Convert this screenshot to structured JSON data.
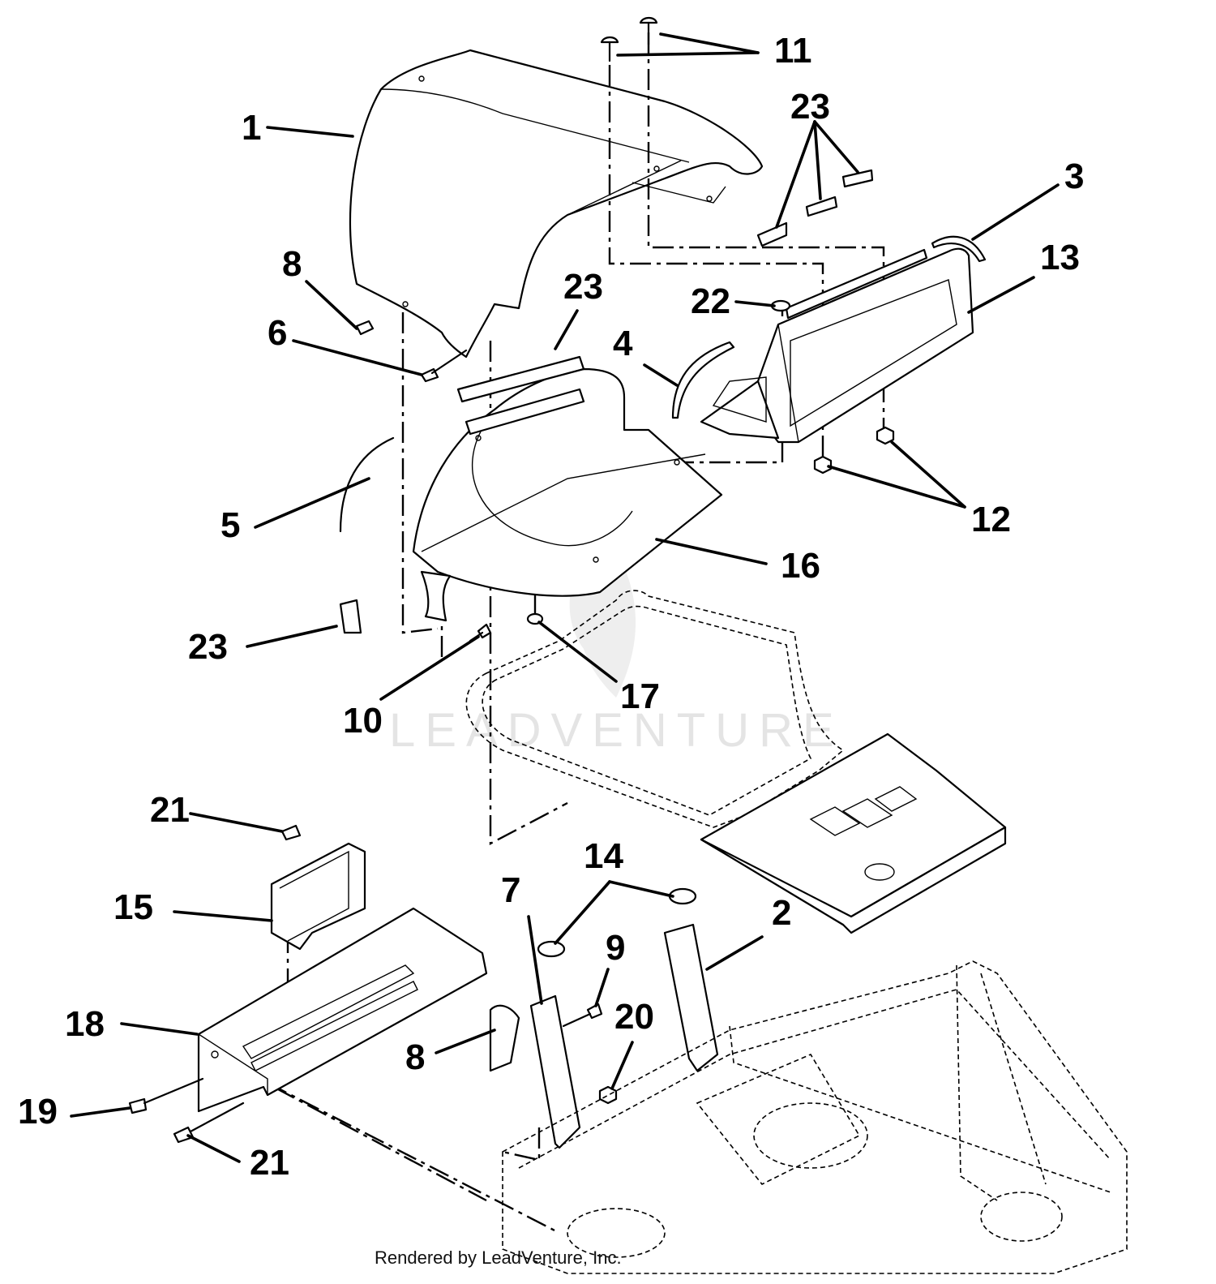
{
  "diagram": {
    "callouts": {
      "c1": "1",
      "c2": "2",
      "c3": "3",
      "c4": "4",
      "c5": "5",
      "c6": "6",
      "c7": "7",
      "c8a": "8",
      "c8b": "8",
      "c9": "9",
      "c10": "10",
      "c11": "11",
      "c12": "12",
      "c13": "13",
      "c14": "14",
      "c15": "15",
      "c16": "16",
      "c17": "17",
      "c18": "18",
      "c19": "19",
      "c20": "20",
      "c21a": "21",
      "c21b": "21",
      "c22": "22",
      "c23a": "23",
      "c23b": "23",
      "c23c": "23"
    },
    "watermark": "LEADVENTURE",
    "credit": "Rendered by LeadVenture, Inc."
  }
}
